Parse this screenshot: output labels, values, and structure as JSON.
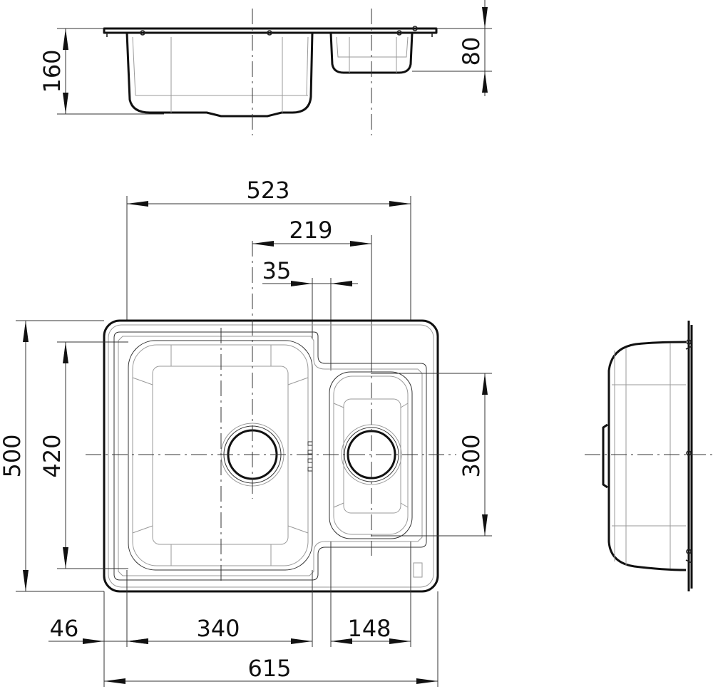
{
  "dimensions": {
    "depth_main_bowl": "160",
    "depth_small_bowl": "80",
    "bowls_span": "523",
    "drain_centers": "219",
    "bowl_divider": "35",
    "overall_depth": "500",
    "main_bowl_depth": "420",
    "small_bowl_depth": "300",
    "edge_offset": "46",
    "main_bowl_width": "340",
    "small_bowl_width": "148",
    "overall_width": "615"
  },
  "colors": {
    "line": "#111111",
    "faint": "#9a9a9a",
    "background": "#ffffff"
  }
}
